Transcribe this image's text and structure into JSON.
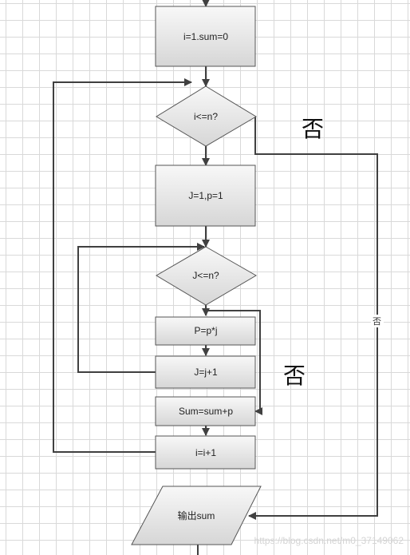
{
  "nodes": {
    "init": "i=1.sum=0",
    "outer_cond": "i<=n?",
    "inner_init": "J=1,p=1",
    "inner_cond": "J<=n?",
    "multiply": "P=p*j",
    "increment_j": "J=j+1",
    "accumulate": "Sum=sum+p",
    "increment_i": "i=i+1",
    "output": "输出sum"
  },
  "labels": {
    "outer_no": "否",
    "inner_no": "否",
    "exit_no": "否"
  },
  "watermark": "https://blog.csdn.net/m0_37149062",
  "colors": {
    "box_top": "#f8f8f8",
    "box_bottom": "#d6d6d6",
    "stroke": "#404040",
    "grid": "#d9d9d9"
  }
}
